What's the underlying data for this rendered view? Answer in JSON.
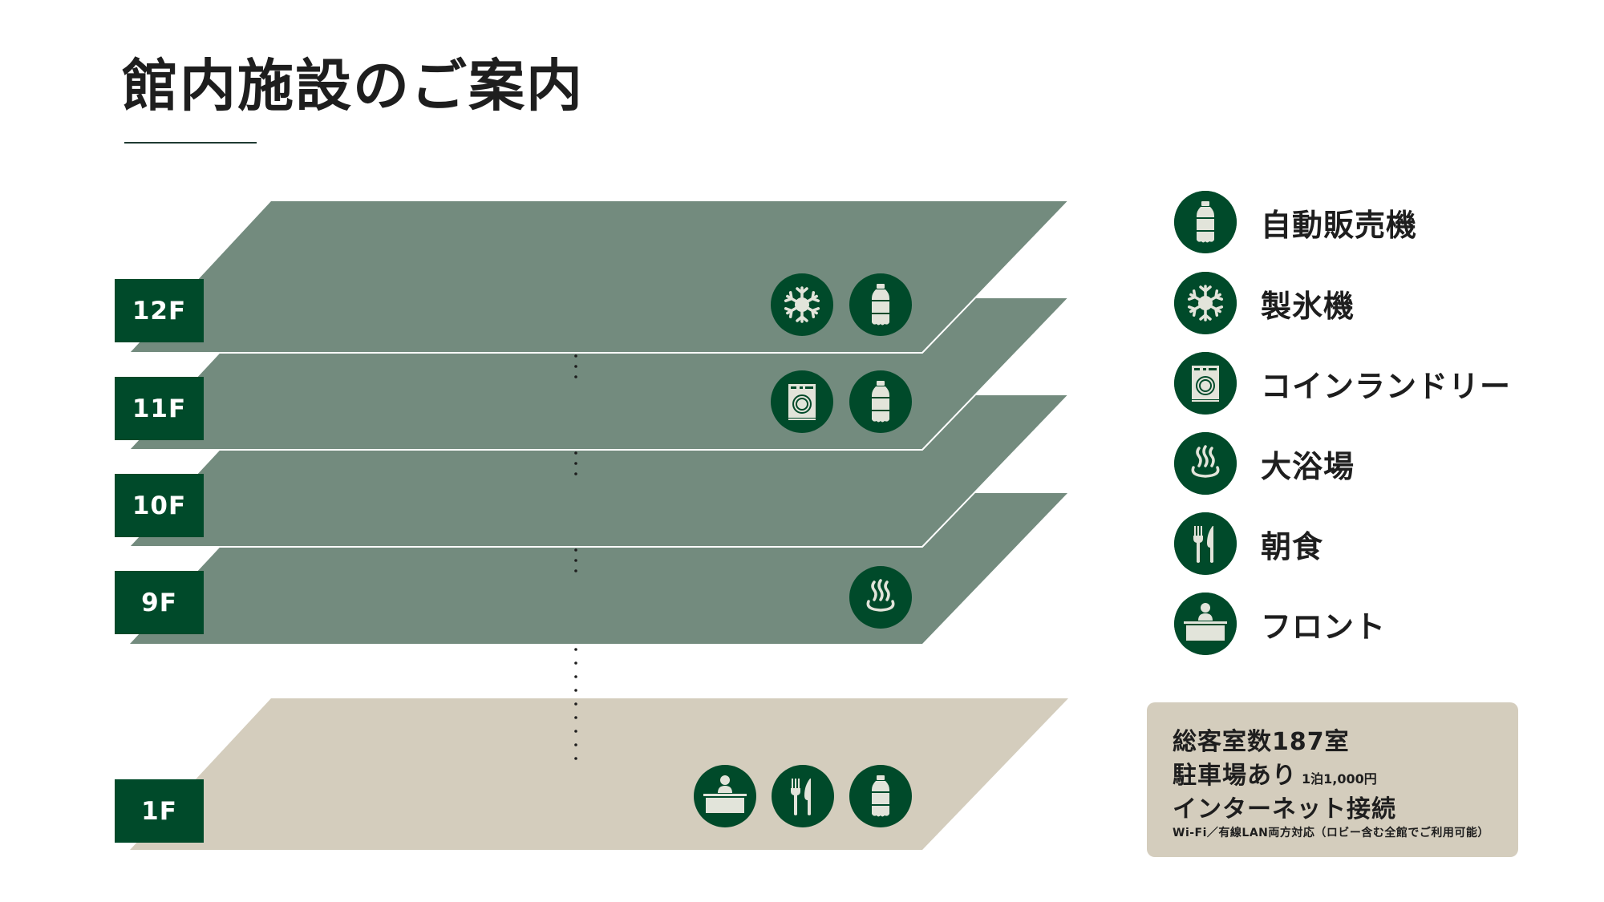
{
  "header": {
    "title": "館内施設のご案内"
  },
  "colors": {
    "brand_green": "#004a2a",
    "plate_green": "#738b7e",
    "plate_ground": "#d4cdbd",
    "icon_fg": "#e2e4da",
    "text": "#1e1e1e"
  },
  "floors": [
    {
      "label": "12F",
      "icons": [
        "ice-machine",
        "vending-machine"
      ]
    },
    {
      "label": "11F",
      "icons": [
        "coin-laundry",
        "vending-machine"
      ]
    },
    {
      "label": "10F",
      "icons": []
    },
    {
      "label": "9F",
      "icons": [
        "large-bath"
      ]
    },
    {
      "label": "1F",
      "icons": [
        "front-desk",
        "breakfast",
        "vending-machine"
      ]
    }
  ],
  "legend": {
    "items": [
      {
        "icon": "vending-machine",
        "label": "自動販売機"
      },
      {
        "icon": "ice-machine",
        "label": "製氷機"
      },
      {
        "icon": "coin-laundry",
        "label": "コインランドリー"
      },
      {
        "icon": "large-bath",
        "label": "大浴場"
      },
      {
        "icon": "breakfast",
        "label": "朝食"
      },
      {
        "icon": "front-desk",
        "label": "フロント"
      }
    ]
  },
  "info": {
    "rooms": "総客室数187室",
    "parking": "駐車場あり",
    "parking_fee": "1泊1,000円",
    "internet": "インターネット接続",
    "internet_note": "Wi-Fi／有線LAN両方対応（ロビー含む全館でご利用可能）"
  }
}
